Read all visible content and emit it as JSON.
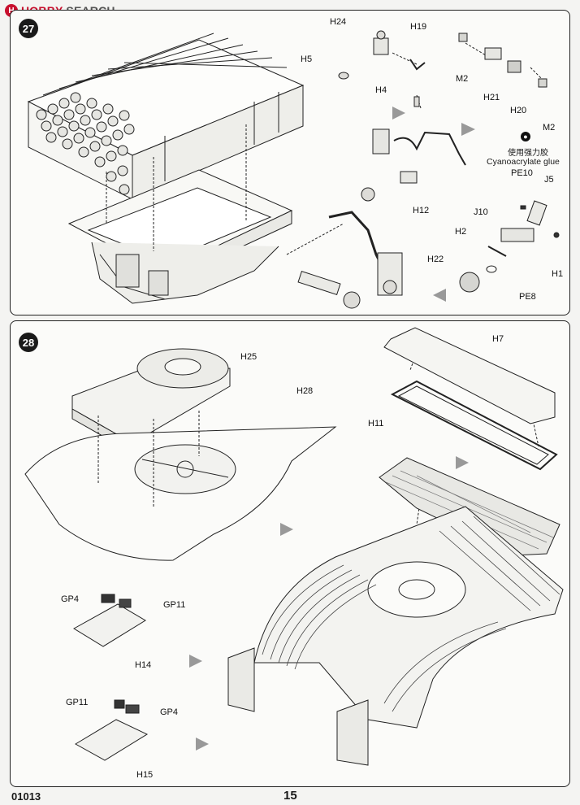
{
  "watermark": {
    "logo_letter": "H",
    "brand": "HOBBY",
    "suffix": " SEARCH"
  },
  "steps": [
    {
      "number": "27",
      "parts": [
        "H24",
        "H19",
        "H5",
        "H4",
        "M2",
        "H21",
        "H20",
        "M2",
        "H12",
        "PE10",
        "J5",
        "J10",
        "H2",
        "H1",
        "H22",
        "PE8"
      ],
      "glue_note": {
        "icon": "glue-bottle-icon",
        "chinese": "使用强力胶",
        "english": "Cyanoacrylate glue"
      }
    },
    {
      "number": "28",
      "parts": [
        "H25",
        "H28",
        "H7",
        "H11",
        "GP4",
        "GP11",
        "H14",
        "GP11",
        "GP4",
        "H15"
      ]
    }
  ],
  "footer": {
    "code": "01013",
    "page": "15"
  },
  "colors": {
    "ink": "#1a1a1a",
    "paper": "#f4f4f2",
    "brand": "#c8102e"
  }
}
